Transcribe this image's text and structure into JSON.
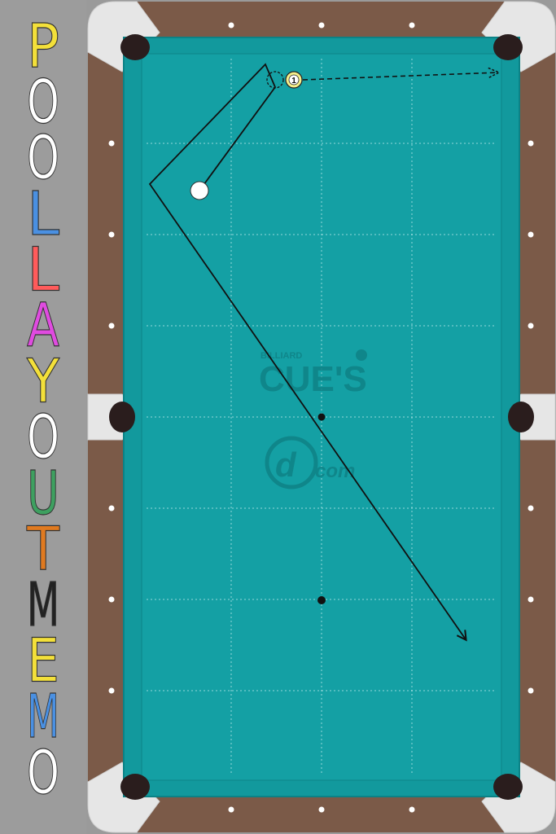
{
  "title": {
    "letters": [
      {
        "char": "P",
        "color": "#f3e03a"
      },
      {
        "char": "O",
        "color": "#ffffff"
      },
      {
        "char": "O",
        "color": "#ffffff"
      },
      {
        "char": "L",
        "color": "#4a90e2"
      },
      {
        "char": "L",
        "color": "#ff5b5b"
      },
      {
        "char": "A",
        "color": "#e04be0"
      },
      {
        "char": "Y",
        "color": "#f3e03a"
      },
      {
        "char": "O",
        "color": "#ffffff"
      },
      {
        "char": "U",
        "color": "#3ea060"
      },
      {
        "char": "T",
        "color": "#e07a20"
      },
      {
        "char": "M",
        "color": "#222222"
      },
      {
        "char": "E",
        "color": "#f3e03a"
      },
      {
        "char": "M",
        "color": "#4a90e2"
      },
      {
        "char": "O",
        "color": "#ffffff"
      }
    ]
  },
  "table": {
    "felt_color": "#14a0a4",
    "cushion_color": "#17a8ac",
    "rail_color": "#7b5a48",
    "pocket_plate_color": "#e8e8e8",
    "logo": {
      "small": "BILLIARD",
      "brand": "CUE'S",
      "site": "com"
    }
  },
  "balls": [
    {
      "name": "cue-ball",
      "label": "",
      "color": "#ffffff"
    },
    {
      "name": "object-ball-1",
      "label": "1",
      "color": "#f5ef8a"
    }
  ],
  "icons": [
    "pocket-icon",
    "diamond-marker-icon",
    "spot-icon",
    "arrow-head-icon"
  ]
}
